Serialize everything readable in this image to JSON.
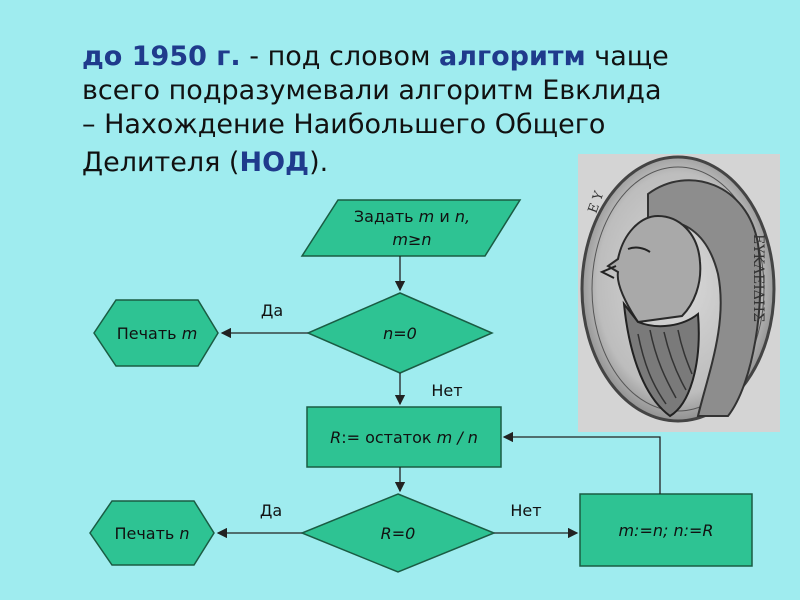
{
  "heading": {
    "line1_year": "до 1950 г.",
    "line1_dash": " - ",
    "line1_pre": " под словом ",
    "line1_algo": "алгоритм",
    "line1_post": " чаще",
    "line2": "всего подразумевали алгоритм Евклида",
    "line3": "– Нахождение  Наибольшего Общего",
    "line4_pre": "Делителя (",
    "line4_nod": "НОД",
    "line4_post": ")."
  },
  "flowchart": {
    "input_line1_a": "Задать ",
    "input_line1_m": "m",
    "input_line1_b": "  и ",
    "input_line1_n": "n,",
    "input_line2": "m≥n",
    "cond1": "n=0",
    "print_m_a": "Печать ",
    "print_m_b": "m",
    "yes1": "Да",
    "no1": "Нет",
    "process1_a": "R",
    "process1_b": ":= остаток ",
    "process1_c": "m / n",
    "cond2": "R=0",
    "print_n_a": "Печать ",
    "print_n_b": "n",
    "yes2": "Да",
    "no2": "Нет",
    "process2": "m:=n; n:=R"
  },
  "colors": {
    "background": "#9fecef",
    "shape_fill": "#2ec393",
    "heading_accent": "#1f3b8c"
  },
  "icons": {
    "portrait": "euclid-portrait-icon"
  }
}
